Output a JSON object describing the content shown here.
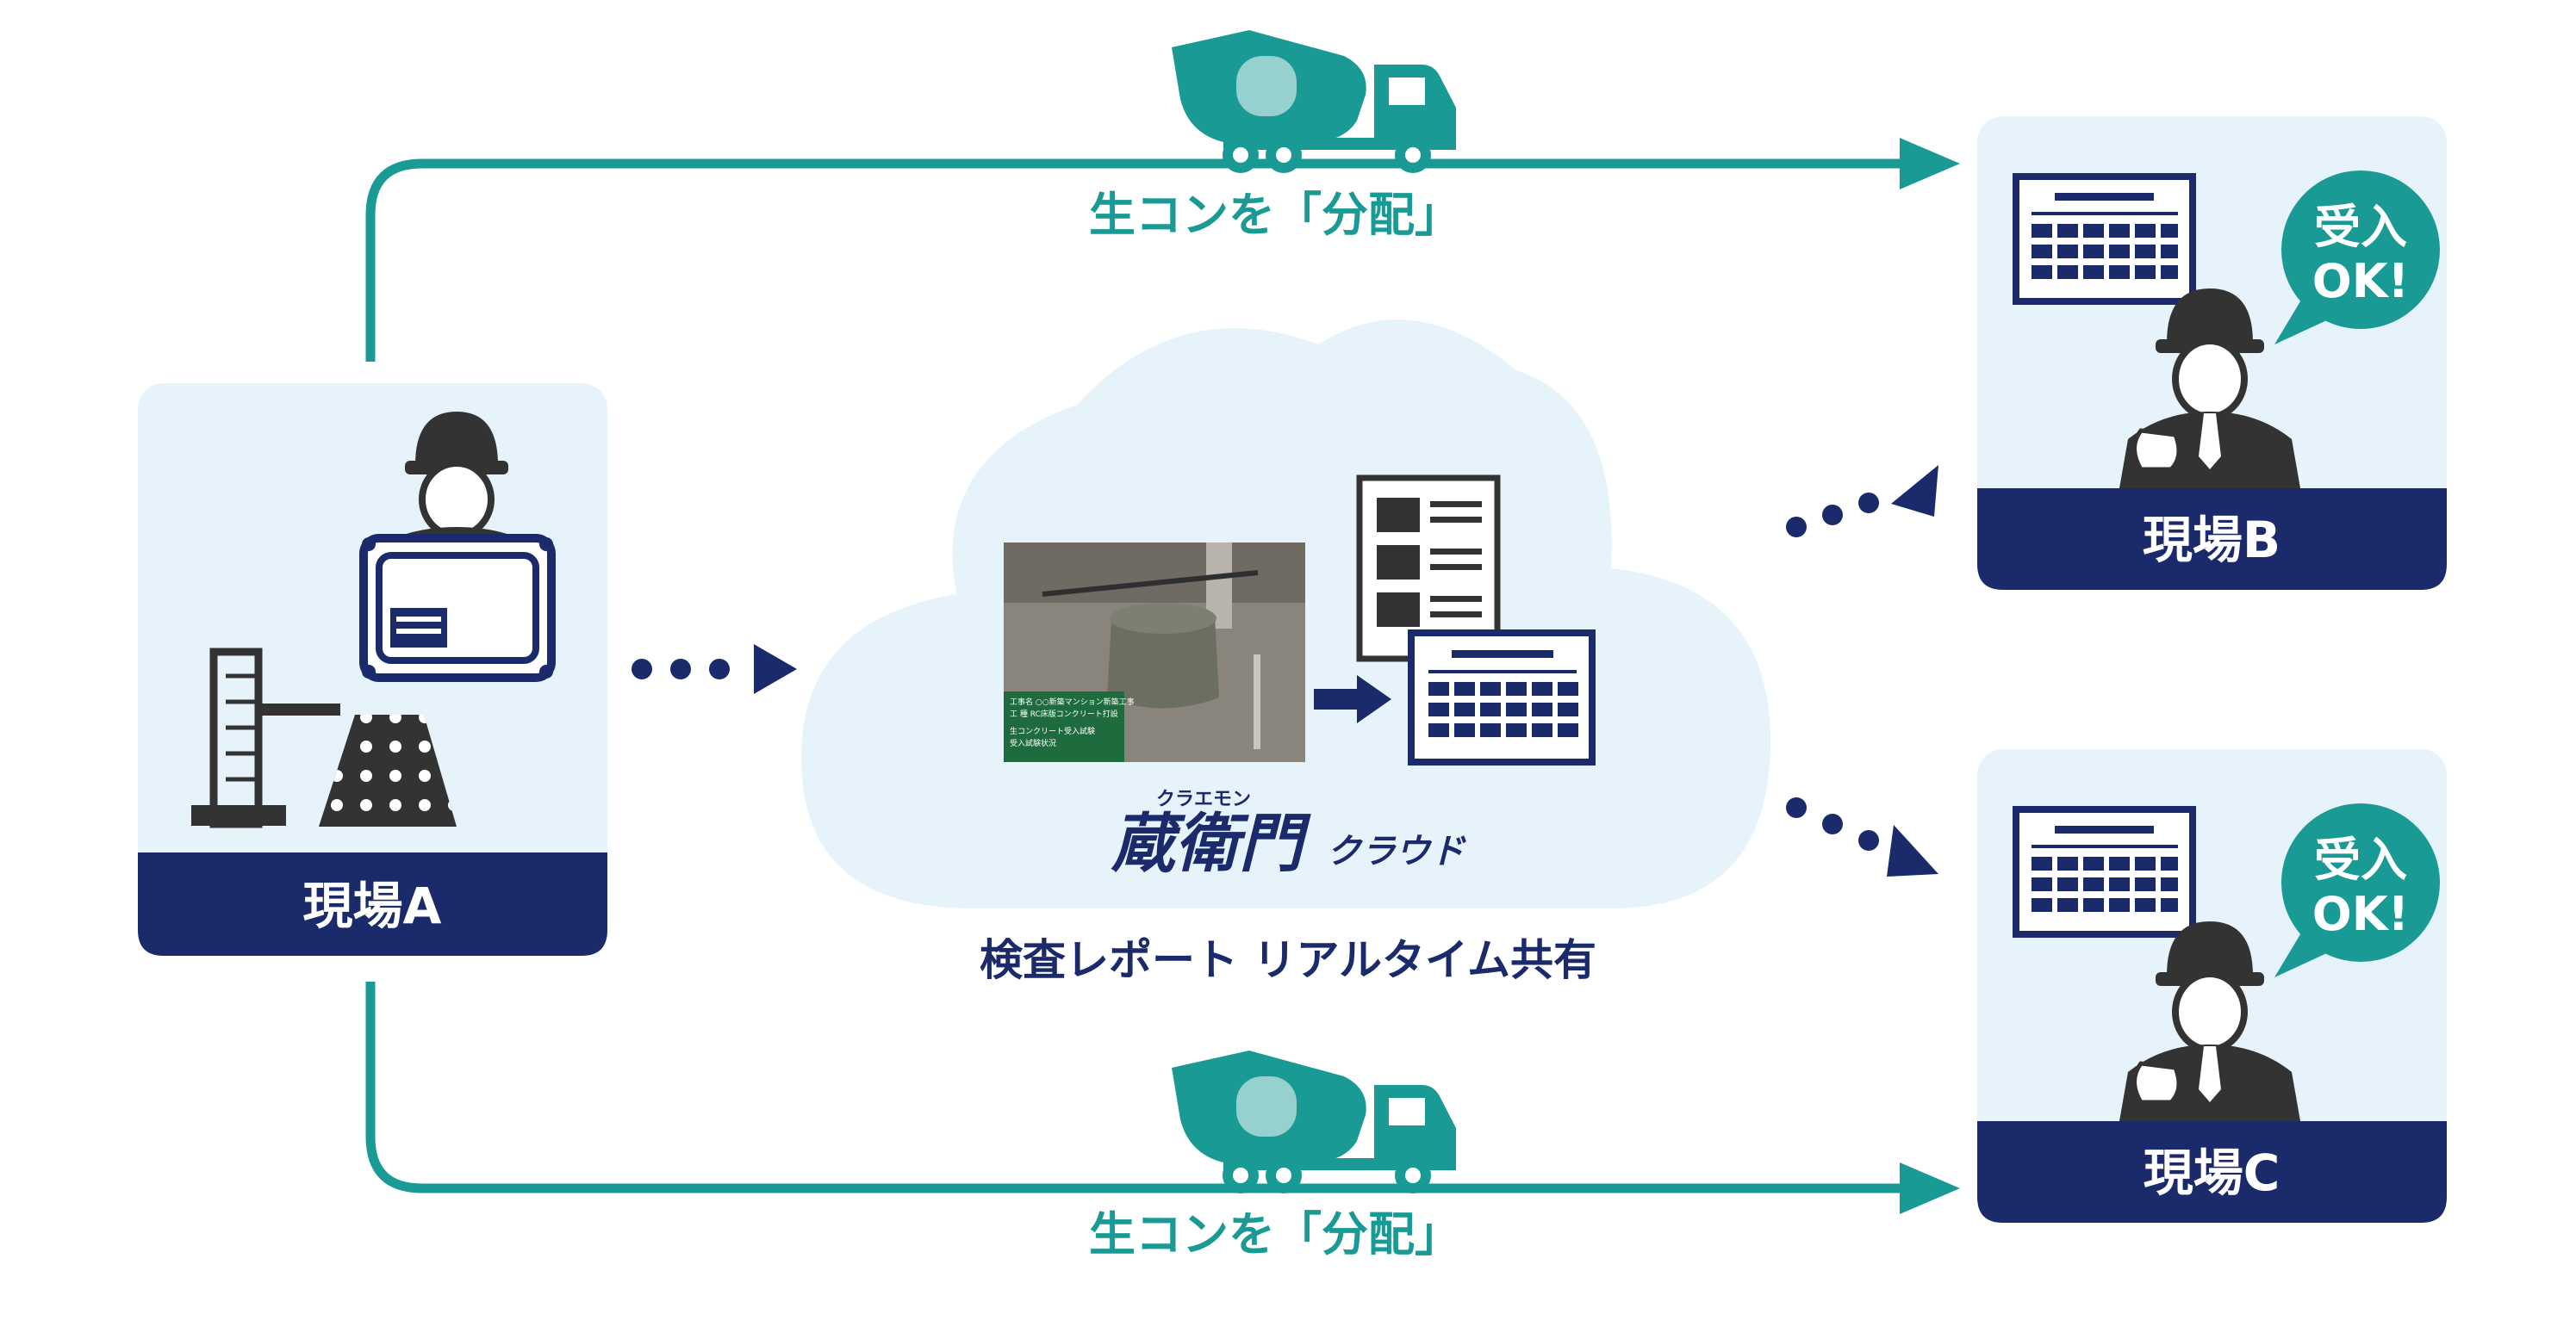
{
  "site_a": {
    "label": "現場A"
  },
  "site_b": {
    "label": "現場B",
    "bubble_line1": "受入",
    "bubble_line2": "OK!"
  },
  "site_c": {
    "label": "現場C",
    "bubble_line1": "受入",
    "bubble_line2": "OK!"
  },
  "route_top": {
    "label": "生コンを「分配」"
  },
  "route_bottom": {
    "label": "生コンを「分配」"
  },
  "cloud": {
    "logo_ruby": "クラエモン",
    "logo_main": "蔵衛門",
    "logo_suffix": "クラウド",
    "caption": "検査レポート リアルタイム共有",
    "photo_board": {
      "line1": "工事名 ○○新築マンション新築工事",
      "line2": "工 種 RC床版コンクリート打設",
      "line3": "生コンクリート受入試験",
      "line4": "受入試験状況"
    }
  },
  "colors": {
    "teal": "#1a9a94",
    "navy": "#1b2a6b",
    "panel": "#e6f3fb",
    "dark": "#333333"
  }
}
